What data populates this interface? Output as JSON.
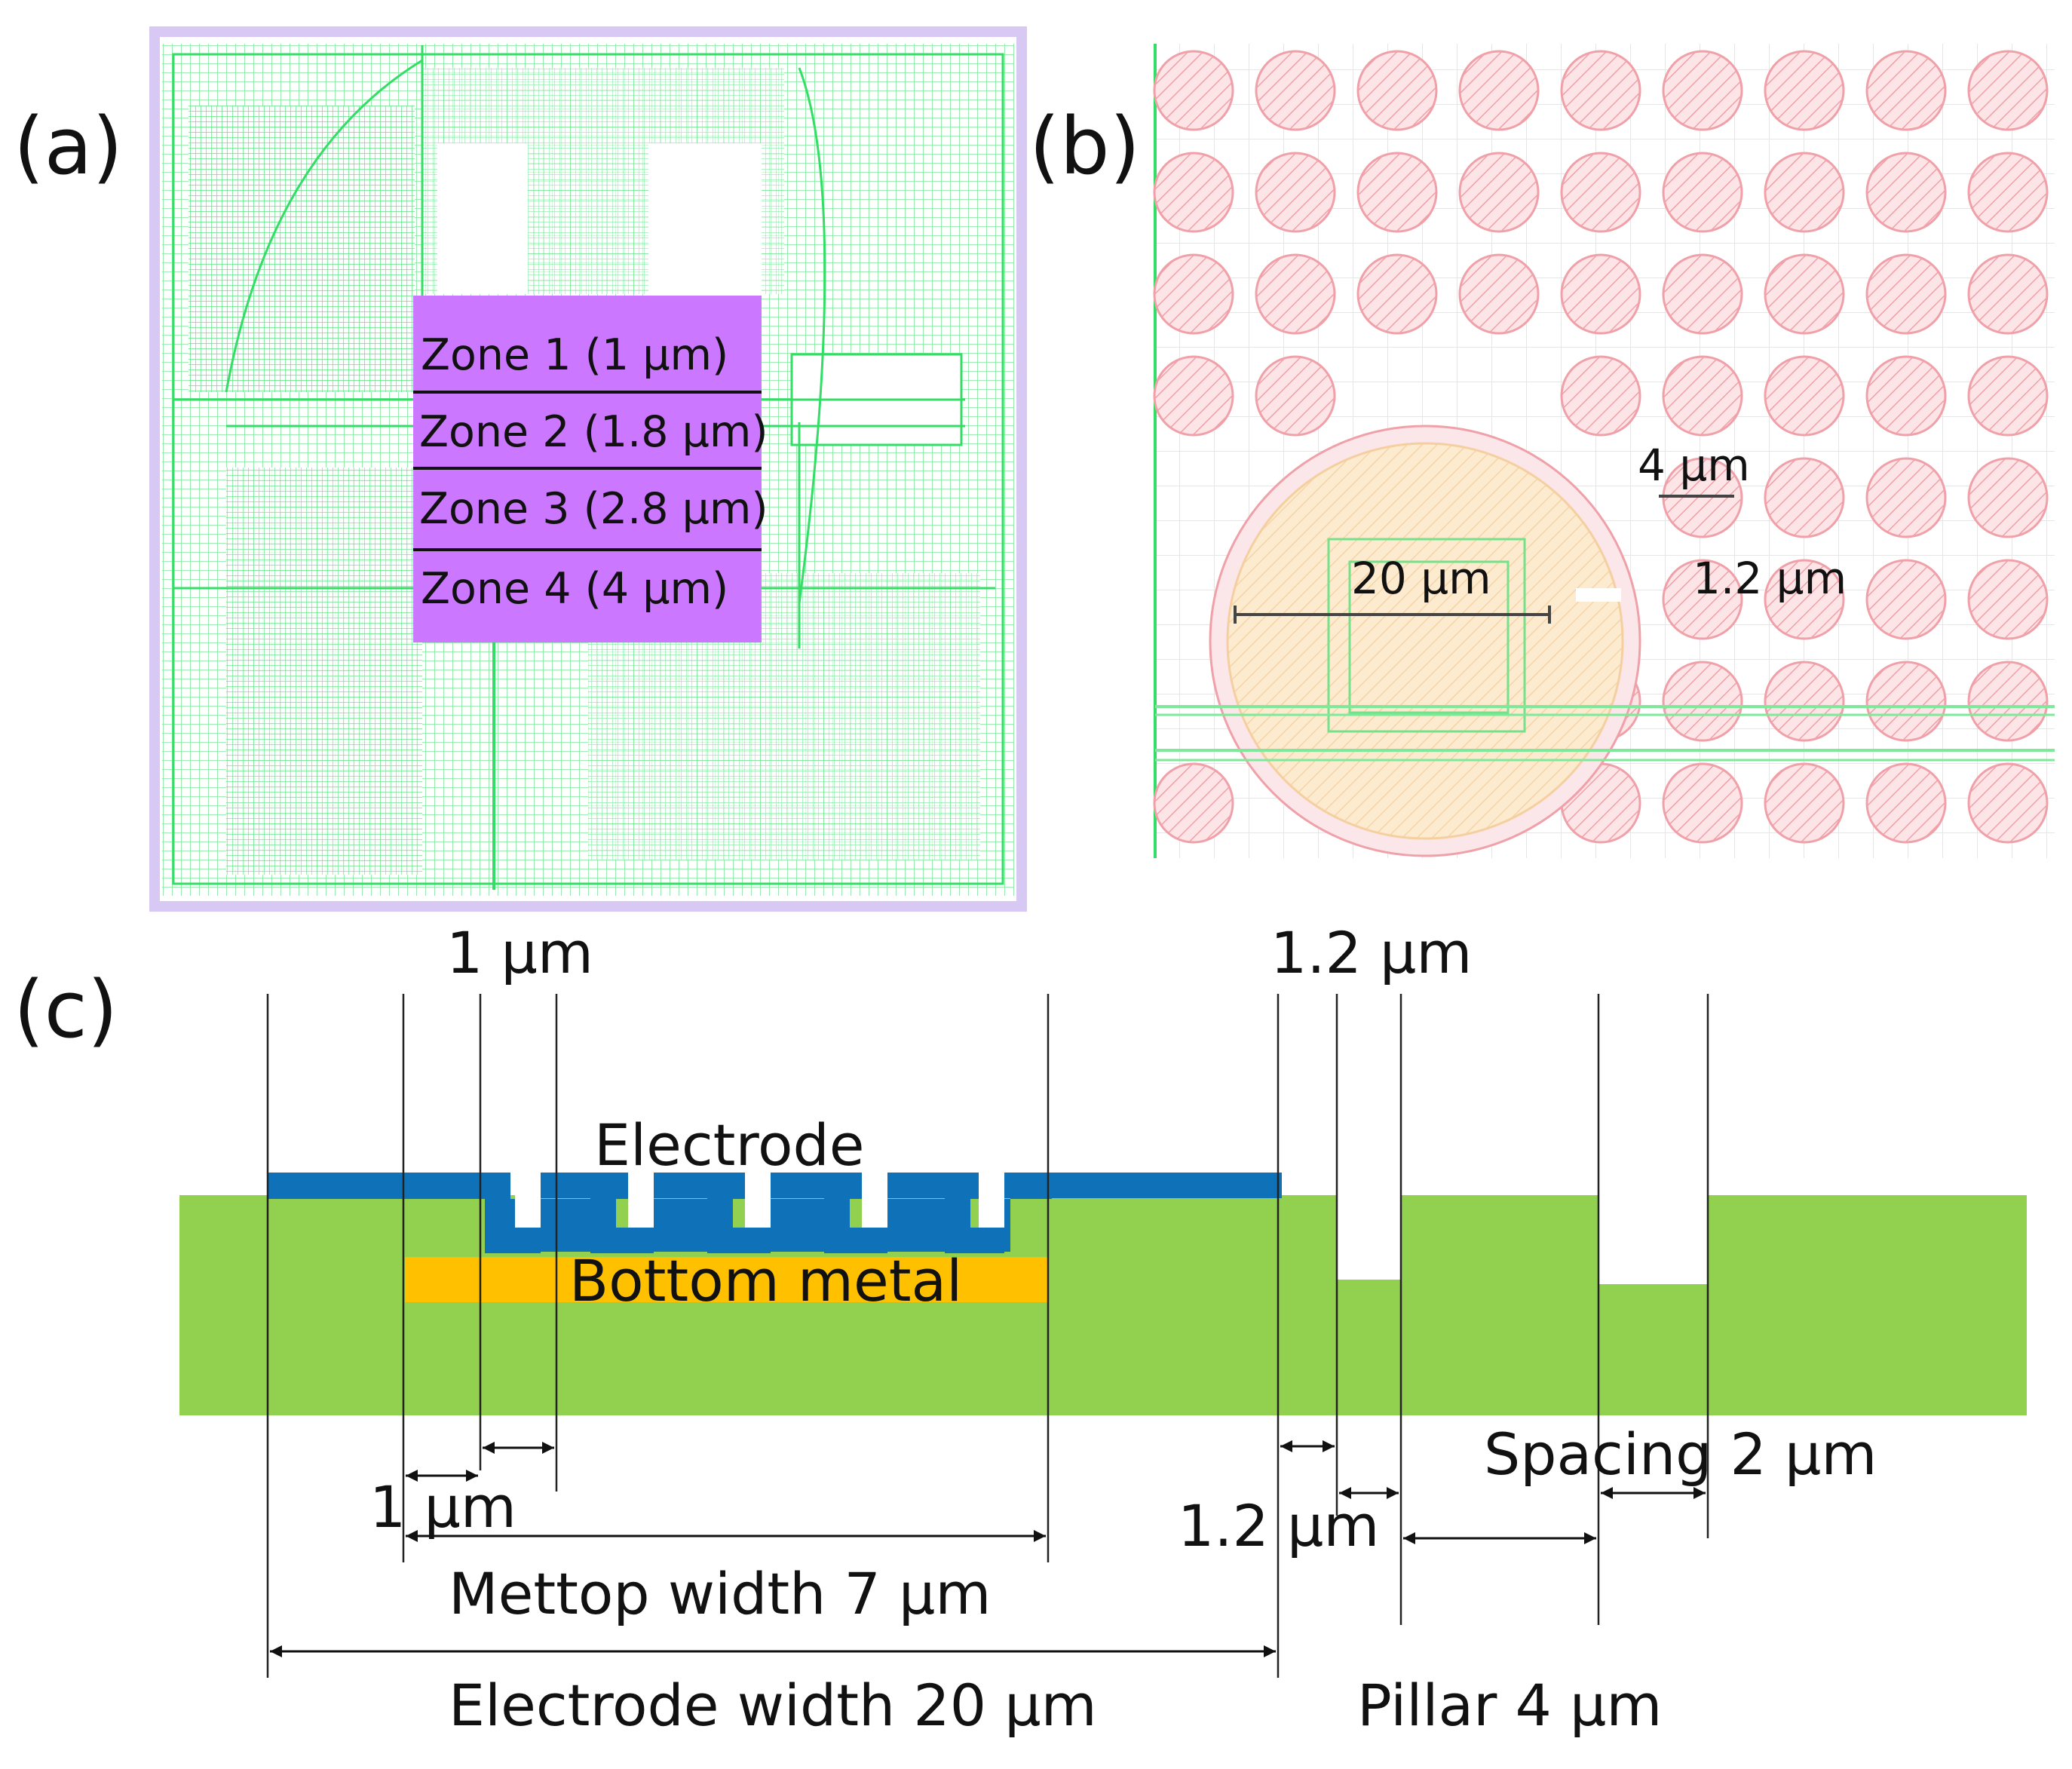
{
  "panels": {
    "a": "(a)",
    "b": "(b)",
    "c": "(c)"
  },
  "panel_a": {
    "zones": [
      "Zone 1 (1 μm)",
      "Zone 2 (1.8 μm)",
      "Zone 3 (2.8 μm)",
      "Zone 4 (4 μm)"
    ]
  },
  "panel_b": {
    "pillar_label": "4 μm",
    "electrode_label": "20 μm",
    "gap_label": "1.2 μm"
  },
  "panel_c": {
    "top_left": "1 μm",
    "top_right": "1.2 μm",
    "electrode": "Electrode",
    "bottom_metal": "Bottom metal",
    "left_1um": "1 μm",
    "mid_1_2um": "1.2 μm",
    "spacing": "Spacing 2 μm",
    "mettop": "Mettop width 7 μm",
    "electrode_width": "Electrode width 20 μm",
    "pillar": "Pillar 4 μm"
  },
  "colors": {
    "substrate": "#92d050",
    "electrode": "#0f72b8",
    "bottom_metal": "#ffc000",
    "zone_box": "#cc77ff",
    "layout_green": "#33dd66",
    "pillar_pink": "#f0a0a8",
    "electrode_pad": "#fde9c8"
  }
}
